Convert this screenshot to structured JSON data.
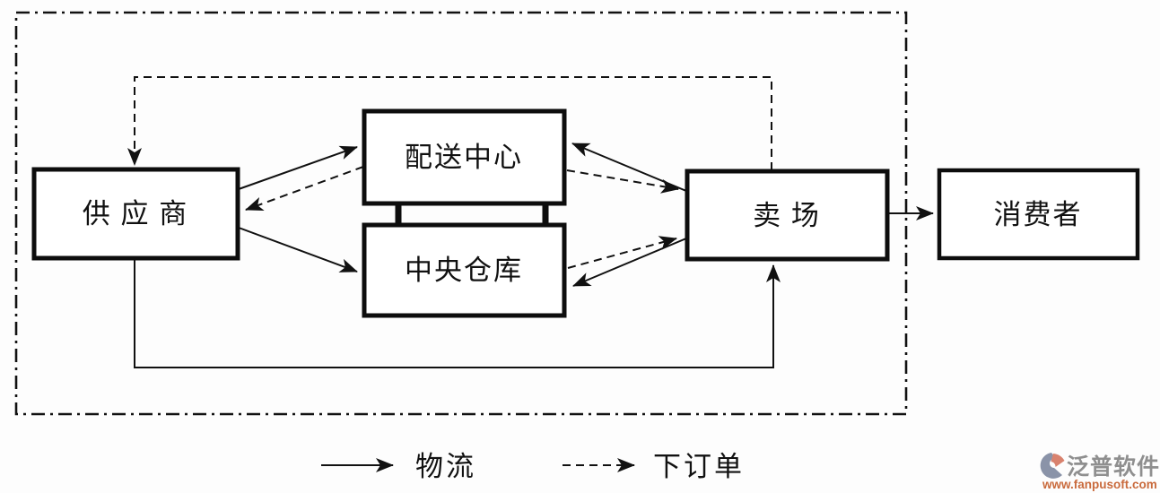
{
  "diagram": {
    "title_hint": "retail-supply-chain-flow",
    "boxes": {
      "supplier": {
        "label": "供 应 商"
      },
      "distribution_center": {
        "label": "配送中心"
      },
      "central_warehouse": {
        "label": "中央仓库"
      },
      "store": {
        "label": "卖 场"
      },
      "consumer": {
        "label": "消费者"
      }
    },
    "edges": [
      {
        "from": "供应商",
        "to": "配送中心",
        "type": "solid"
      },
      {
        "from": "配送中心",
        "to": "供应商",
        "type": "dashed"
      },
      {
        "from": "供应商",
        "to": "中央仓库",
        "type": "solid"
      },
      {
        "from": "卖场",
        "to": "配送中心",
        "type": "solid"
      },
      {
        "from": "配送中心",
        "to": "卖场",
        "type": "dashed"
      },
      {
        "from": "卖场",
        "to": "中央仓库",
        "type": "solid"
      },
      {
        "from": "中央仓库",
        "to": "卖场",
        "type": "dashed"
      },
      {
        "from": "卖场",
        "to": "供应商",
        "type": "dashed",
        "route": "top"
      },
      {
        "from": "供应商",
        "to": "卖场",
        "type": "solid",
        "route": "bottom"
      },
      {
        "from": "卖场",
        "to": "消费者",
        "type": "solid"
      }
    ],
    "legend": {
      "solid_label": "物流",
      "dashed_label": "下订单"
    }
  },
  "watermark": {
    "brand": "泛普软件",
    "url": "www.fanpusoft.com"
  },
  "colors": {
    "line": "#111111",
    "box_fill": "#ffffff",
    "watermark_brand": "#8f8f8f",
    "watermark_url": "#c96a3c",
    "logo_salmon": "#d9826e",
    "logo_slate": "#8a93a8"
  }
}
